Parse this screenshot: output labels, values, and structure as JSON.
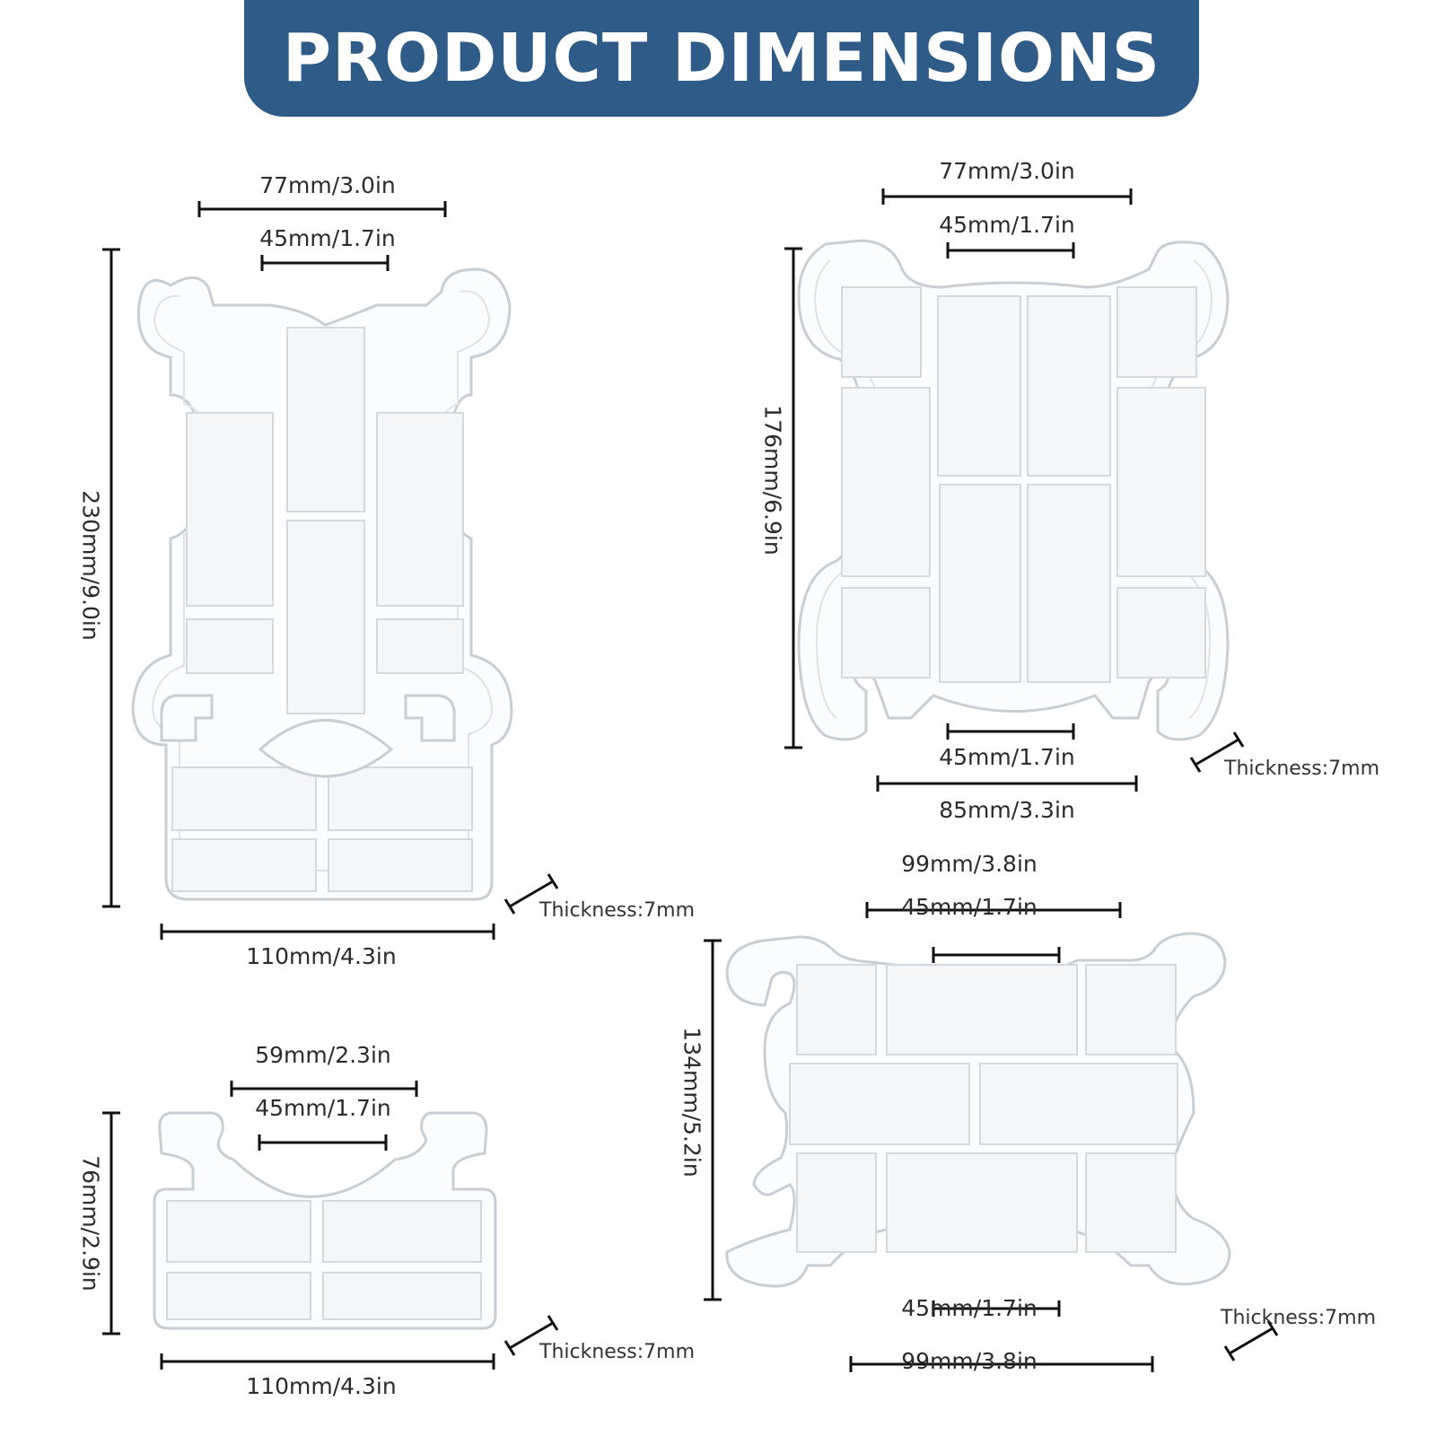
{
  "header": {
    "title": "PRODUCT DIMENSIONS"
  },
  "holders": [
    {
      "top_width": "77mm/3.0in",
      "slot_width": "45mm/1.7in",
      "height": "230mm/9.0in",
      "bottom_width": "110mm/4.3in",
      "thickness": "Thickness:7mm"
    },
    {
      "top_width": "77mm/3.0in",
      "slot_width": "45mm/1.7in",
      "height": "176mm/6.9in",
      "bottom_slot_width": "45mm/1.7in",
      "bottom_width": "85mm/3.3in",
      "thickness": "Thickness:7mm"
    },
    {
      "top_width": "59mm/2.3in",
      "slot_width": "45mm/1.7in",
      "height": "76mm/2.9in",
      "bottom_width": "110mm/4.3in",
      "thickness": "Thickness:7mm"
    },
    {
      "top_width": "99mm/3.8in",
      "slot_width": "45mm/1.7in",
      "height": "134mm/5.2in",
      "bottom_slot_width": "45mm/1.7in",
      "bottom_width": "99mm/3.8in",
      "thickness": "Thickness:7mm"
    }
  ]
}
